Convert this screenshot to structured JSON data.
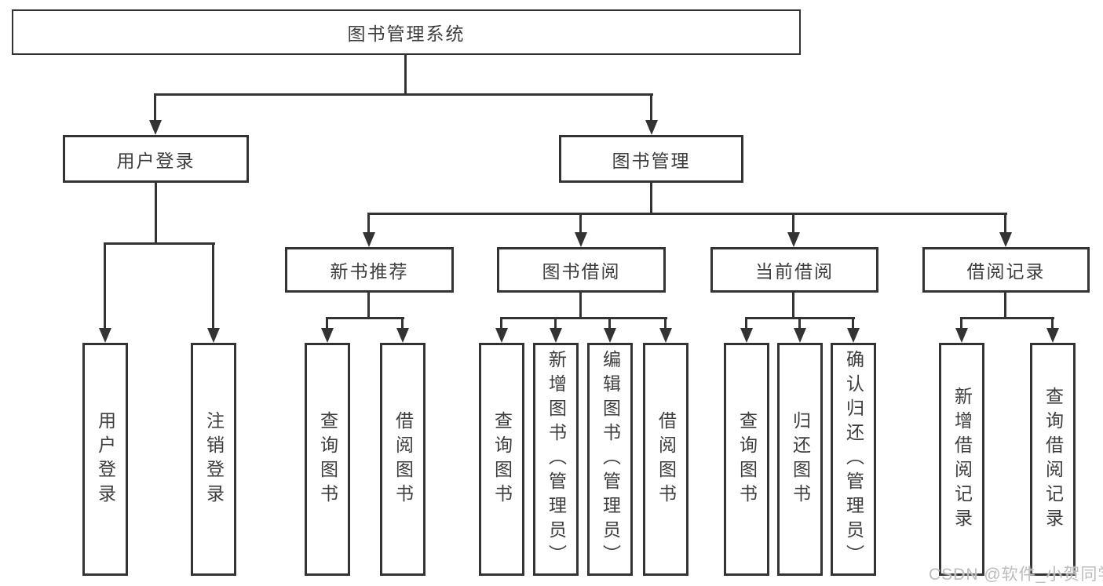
{
  "root_label": "图书管理系统",
  "branches": {
    "user_login": {
      "label": "用户登录",
      "leaves": [
        "用户登录",
        "注销登录"
      ]
    },
    "book_mgmt": {
      "label": "图书管理",
      "groups": [
        {
          "label": "新书推荐",
          "leaves": [
            "查询图书",
            "借阅图书"
          ]
        },
        {
          "label": "图书借阅",
          "leaves": [
            "查询图书",
            "新增图书（管理员）",
            "编辑图书（管理员）",
            "借阅图书"
          ]
        },
        {
          "label": "当前借阅",
          "leaves": [
            "查询图书",
            "归还图书",
            "确认归还（管理员）"
          ]
        },
        {
          "label": "借阅记录",
          "leaves": [
            "新增借阅记录",
            "查询借阅记录"
          ]
        }
      ]
    }
  },
  "watermark": "CSDN @软件_小贺同学",
  "colors": {
    "line": "#333333",
    "box_border": "#333333",
    "box_background": "#ffffff",
    "text": "#3d3d3d",
    "watermark": "#bcbcbc",
    "background": "#ffffff"
  }
}
